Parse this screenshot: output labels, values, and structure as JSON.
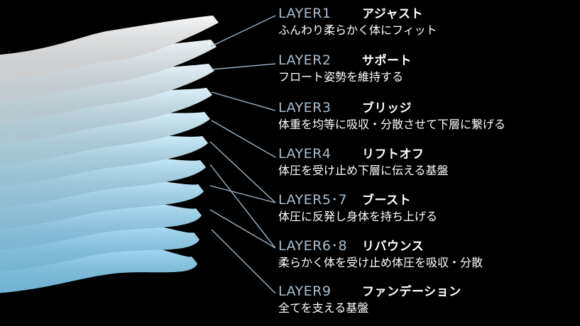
{
  "colors": {
    "background": "#000000",
    "layer_name": "#a9bfd0",
    "text": "#ffffff",
    "top_layer": "#eef0f2",
    "bottom_layer": "#4cc8f8",
    "leader": "#9fb4c6"
  },
  "layers": [
    {
      "name": "LAYER1",
      "role": "アジャスト",
      "desc": "ふんわり柔らかく体にフィット"
    },
    {
      "name": "LAYER2",
      "role": "サポート",
      "desc": "フロート姿勢を維持する"
    },
    {
      "name": "LAYER3",
      "role": "ブリッジ",
      "desc": "体重を均等に吸収・分散させて下層に繋げる"
    },
    {
      "name": "LAYER4",
      "role": "リフトオフ",
      "desc": "体圧を受け止め下層に伝える基盤"
    },
    {
      "name": "LAYER5･7",
      "role": "ブースト",
      "desc": "体圧に反発し身体を持ち上げる"
    },
    {
      "name": "LAYER6･8",
      "role": "リバウンス",
      "desc": "柔らかく体を受け止め体圧を吸収・分散"
    },
    {
      "name": "LAYER9",
      "role": "ファンデーション",
      "desc": "全てを支える基盤"
    }
  ]
}
